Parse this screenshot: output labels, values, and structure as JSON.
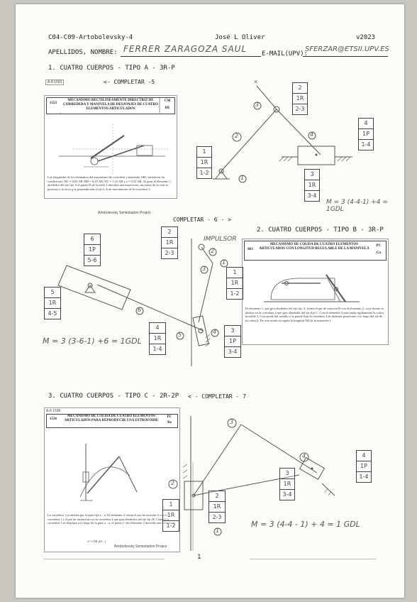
{
  "header": {
    "course_code": "C04-C09-Artobolevsky-4",
    "author": "José L Oliver",
    "version": "v2023",
    "surname_label": "APELLIDOS, NOMBRE:",
    "surname_value": "FERRER ZARAGOZA SAUL",
    "email_label": "E-MAIL(UPV):",
    "email_value": "SFERZAR@ETSII.UPV.ES"
  },
  "section1": {
    "title": "1. CUATRO CUERPOS - TIPO A - 3R-P",
    "complete": "<- COMPLETAR -5",
    "card_tag": "A-8 1553",
    "card_num": "1553",
    "card_title": "MECANISMO RECTILÍNEAMENTE DIRECTRIZ DE CORREDERA Y MANIVELA DE DESJONJES DE CUATRO ELEMENTOS ARTICULADOS",
    "card_code1": "CM",
    "card_code2": "DE",
    "card_body": "Las longitudes de los elementos del mecanismo de corredera y manivela ABC satisfacen las condiciones: BC = 0,65 AB, BD = 0,45 AB, DC = 1,23 AB y a = 0,52 AB. Al girar el elemento 1 alrededor del eje fijo A el punto D de la biela 2 describe una trayectoria, un tramo de la cual se próximo a la recta q–q perpendicular al eje b–b de movimiento de la corredera 3.",
    "boxes": [
      {
        "cells": [
          "2",
          "1R",
          "2-3"
        ]
      },
      {
        "cells": [
          "4",
          "1P",
          "1-4"
        ]
      },
      {
        "cells": [
          "1",
          "1R",
          "1-2"
        ]
      },
      {
        "cells": [
          "3",
          "1R",
          "3-4"
        ]
      }
    ],
    "labels": [
      "2",
      "3",
      "4",
      "1"
    ],
    "formula": "M = 3 (4-4-1) +4 = 1GDL",
    "project_credit": "Artobolevsky Semiotiation Project"
  },
  "section2": {
    "complete": "COMPLETAR - 6 - >",
    "title": "2. CUATRO CUERPOS - TIPO B - 3R-P",
    "impulsor": "IMPULSOR",
    "card_num": "863",
    "card_title": "MECANISMO DE COLISA DE CUATRO ELEMENTOS ARTICULADOS CON LONGITUD REGULABLE DE LA MANIVELA",
    "card_code1": "PC",
    "card_code2": "Cu",
    "card_body": "El elemento 1, que gira alrededor del eje fijo A, forma el par de rotación B con el elemento 2, cuyo diente se desliza en la corredera 4 que gira alrededor del eje fijo C. Con el elemento 2 está unida rígidamente la colisa movible 3. Con ayuda del tornillo a se puede fijar la corredera 3 en distintas posiciones a lo largo del eje de la colisa b. De este modo se regula la longitud AB de la manivela 1.",
    "boxes": [
      {
        "cells": [
          "6",
          "1P",
          "5-6"
        ]
      },
      {
        "cells": [
          "2",
          "1R",
          "2-3"
        ]
      },
      {
        "cells": [
          "1",
          "1R",
          "1-2"
        ]
      },
      {
        "cells": [
          "5",
          "1R",
          "4-5"
        ]
      },
      {
        "cells": [
          "4",
          "1R",
          "1-4"
        ]
      },
      {
        "cells": [
          "3",
          "1P",
          "3-4"
        ]
      }
    ],
    "labels": [
      "2",
      "1",
      "3",
      "6",
      "4",
      "5"
    ],
    "formula": "M = 3 (3-6-1) +6 = 1GDL"
  },
  "section3": {
    "title": "3. CUATRO CUERPOS - TIPO C - 2R-2P",
    "complete": "< - COMPLETAR - 7",
    "card_tag": "A-8 1536",
    "card_num": "1536",
    "card_title": "MECANISMO DE COLISA DE CUATRO ELEMENTOS ARTICULADOS PARA REPRODUCIR UNA ESTROFOIDE",
    "card_code1": "PC",
    "card_code2": "Re",
    "card_body": "La corredera 1 se desliza por la guía fija a – a. El elemento 2 forma el par de rotación A con la corredera 1 y el par de traslación con la corredera 4 que gira alrededor del eje fijo B. Cuando la corredera 1 se desplaza a lo largo de la guía a – a, el punto C del elemento 2 describe una estrofoide.",
    "card_formula": "x² = AB·(b²...)",
    "project_credit": "Artobolevsky Semiotiation Project",
    "boxes": [
      {
        "cells": [
          "4",
          "1P",
          "1-4"
        ]
      },
      {
        "cells": [
          "3",
          "1R",
          "3-4"
        ]
      },
      {
        "cells": [
          "1",
          "1R",
          "1-2"
        ]
      },
      {
        "cells": [
          "2",
          "1R",
          "2-3"
        ]
      }
    ],
    "labels": [
      "3",
      "2",
      "4",
      "1"
    ],
    "formula": "M = 3 (4-4 - 1) + 4 = 1 GDL"
  },
  "footer": {
    "page_number": "1"
  }
}
